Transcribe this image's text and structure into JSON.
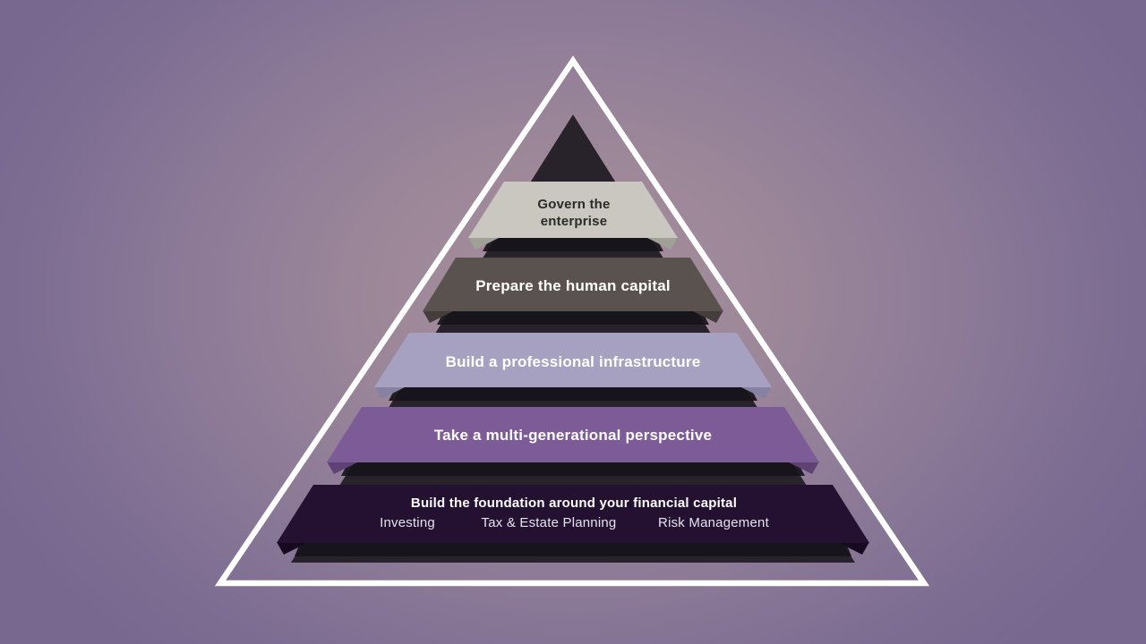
{
  "diagram": {
    "type": "pyramid",
    "description_not_invented": "five-level family wealth pyramid infographic",
    "background": {
      "center_color": "#a68f9d",
      "edge_color": "#786890"
    },
    "outline": {
      "color": "#ffffff"
    },
    "pyramid": {
      "color": "#28222a",
      "shadow_color": "#17131a"
    },
    "levels": [
      {
        "label": "Govern the enterprise",
        "label_lines": [
          "Govern the",
          "enterprise"
        ],
        "color": "#c9c7bf",
        "fold_color": "#9fa196",
        "text_color": "#2b2b2b"
      },
      {
        "label": "Prepare the human capital",
        "color": "#5a524f",
        "fold_color": "#443d3b",
        "text_color": "#ffffff"
      },
      {
        "label": "Build a professional infrastructure",
        "color": "#a7a1c1",
        "fold_color": "#8781a3",
        "text_color": "#ffffff"
      },
      {
        "label": "Take a multi-generational perspective",
        "color": "#7c5b96",
        "fold_color": "#5e4276",
        "text_color": "#ffffff"
      },
      {
        "label": "Build the foundation around your financial capital",
        "color": "#241132",
        "fold_color": "#170920",
        "text_color": "#ffffff",
        "sub_text_color": "#e6e0ee",
        "sub_items": [
          "Investing",
          "Tax & Estate Planning",
          "Risk Management"
        ]
      }
    ]
  }
}
